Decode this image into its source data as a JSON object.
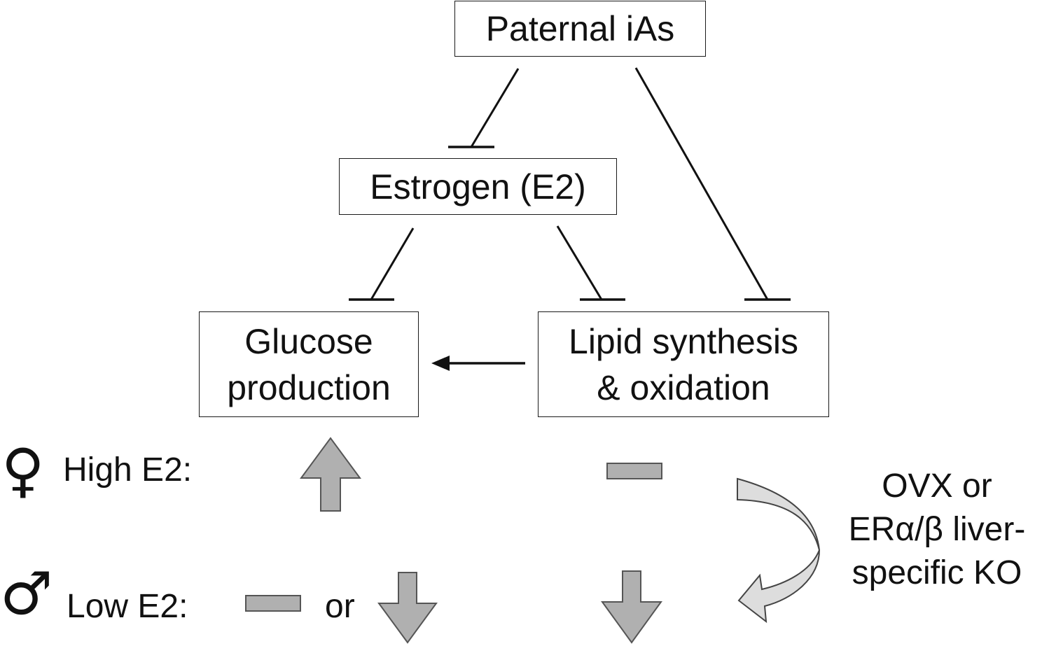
{
  "nodes": {
    "paternal": "Paternal iAs",
    "estrogen": "Estrogen (E2)",
    "glucose": [
      "Glucose",
      "production"
    ],
    "lipid": [
      "Lipid synthesis",
      "& oxidation"
    ]
  },
  "rows": {
    "female": {
      "symbol": "♀",
      "label": "High E2:"
    },
    "male": {
      "symbol": "♂",
      "label": "Low E2:",
      "or_text": "or"
    }
  },
  "side_note": [
    "OVX or",
    "ERα/β liver-",
    "specific KO"
  ],
  "colors": {
    "line": "#111111",
    "block_fill": "#b0b0b0",
    "block_stroke": "#555555",
    "curved_arrow_fill": "#dddddd"
  },
  "icons": {
    "female_high_glucose": "up-arrow",
    "female_high_lipid": "no-change-bar",
    "male_low_glucose_a": "no-change-bar",
    "male_low_glucose_b": "down-arrow",
    "male_low_lipid": "down-arrow",
    "transition": "curved-arrow"
  }
}
